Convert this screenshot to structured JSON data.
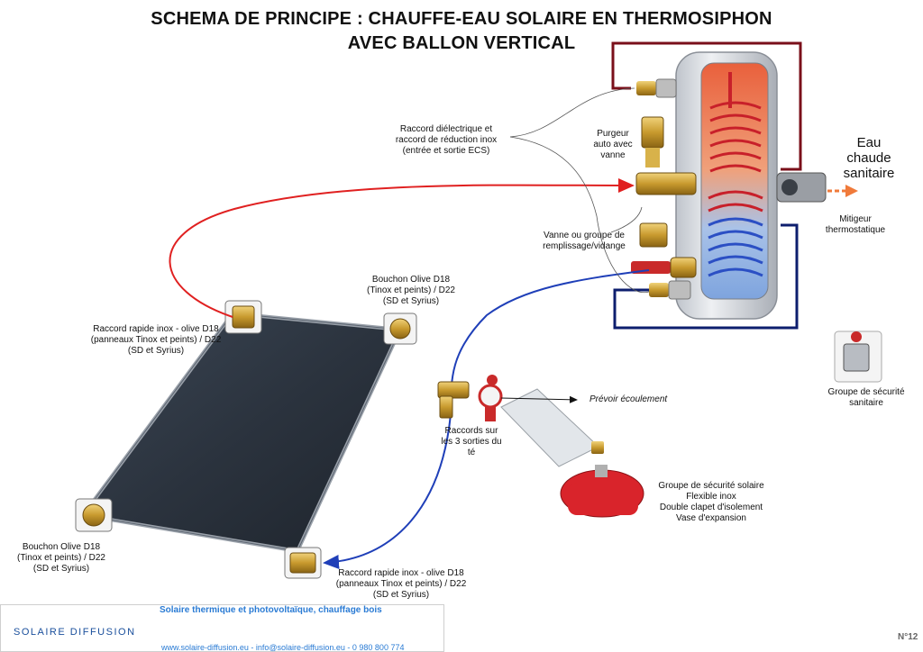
{
  "title": {
    "line1": "SCHEMA DE PRINCIPE : CHAUFFE-EAU SOLAIRE EN THERMOSIPHON",
    "line2": "AVEC BALLON VERTICAL"
  },
  "labels": {
    "raccord_dielectrique": "Raccord diélectrique et raccord de réduction inox (entrée et sortie ECS)",
    "purgeur": "Purgeur auto avec vanne",
    "eau_chaude": "Eau chaude sanitaire",
    "mitigeur": "Mitigeur thermostatique",
    "vanne_remplissage": "Vanne ou groupe de remplissage/vidange",
    "bouchon_top": "Bouchon Olive D18 (Tinox et peints) / D22 (SD et Syrius)",
    "raccord_top": "Raccord rapide inox - olive D18 (panneaux Tinox et peints) / D22 (SD et Syrius)",
    "groupe_sanitaire": "Groupe de sécurité sanitaire",
    "prevoir": "Prévoir écoulement",
    "raccords_te": "Raccords sur les 3 sorties du té",
    "groupe_solaire_1": "Groupe de sécurité solaire",
    "groupe_solaire_2": "Flexible inox",
    "groupe_solaire_3": "Double clapet d'isolement",
    "groupe_solaire_4": "Vase d'expansion",
    "bouchon_bottom": "Bouchon Olive D18 (Tinox et peints) / D22 (SD et Syrius)",
    "raccord_bottom": "Raccord rapide inox - olive D18 (panneaux Tinox et peints) / D22 (SD et Syrius)"
  },
  "footer": {
    "tagline": "Solaire thermique et photovoltaïque, chauffage bois",
    "logo": "SOLAIRE DIFFUSION",
    "contact": "www.solaire-diffusion.eu - info@solaire-diffusion.eu - 0 980 800 774"
  },
  "page_number": "N°12",
  "colors": {
    "hot_pipe": "#e02020",
    "cold_pipe": "#1f3fb8",
    "loop_pipe": "#7a0f1a",
    "sanitary_pipe": "#0d1e6e",
    "panel": "#2b3440",
    "brass": "#c89a2e",
    "vessel": "#d9242b",
    "arrow_orange": "#f07a3a"
  }
}
